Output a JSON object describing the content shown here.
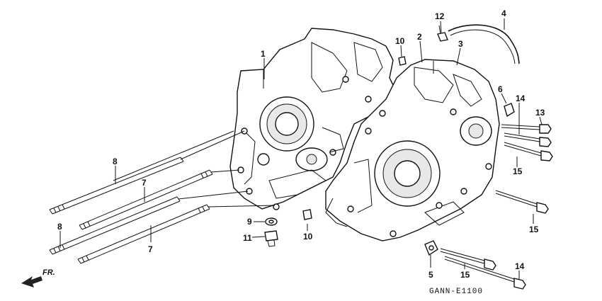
{
  "callouts": {
    "c1": "1",
    "c2": "2",
    "c3": "3",
    "c4": "4",
    "c5": "5",
    "c6": "6",
    "c7a": "7",
    "c7b": "7",
    "c8a": "8",
    "c8b": "8",
    "c9": "9",
    "c10a": "10",
    "c10b": "10",
    "c11": "11",
    "c12": "12",
    "c13": "13",
    "c14a": "14",
    "c14b": "14",
    "c15a": "15",
    "c15b": "15",
    "c15c": "15"
  },
  "footer": {
    "diagram_code": "GANN-E1100",
    "front_label": "FR."
  }
}
